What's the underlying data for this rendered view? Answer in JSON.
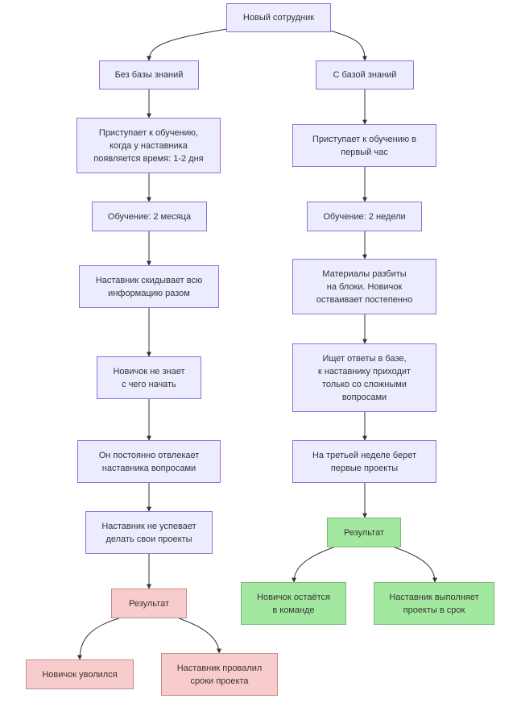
{
  "colors": {
    "neutral_fill": "#ececff",
    "neutral_stroke": "#9370db",
    "bad_fill": "#f8cccc",
    "bad_stroke": "#c58b8b",
    "good_fill": "#a3e8a0",
    "good_stroke": "#7cb87a",
    "edge": "#333333"
  },
  "nodes": {
    "root": "Новый сотрудник",
    "no_base": "Без базы знаний",
    "with_base": "С базой знаний",
    "left_1": "Приступает к обучению,\nкогда у наставника\nпоявляется время: 1-2 дня",
    "left_2": "Обучение: 2 месяца",
    "left_3": "Наставник скидывает всю\nинформацию разом",
    "left_4": "Новичок не знает\nс чего начать",
    "left_5": "Он постоянно отвлекает\nнаставника вопросами",
    "left_6": "Наставник не успевает\nделать свои проекты",
    "left_result": "Результат",
    "left_out_1": "Новичок уволился",
    "left_out_2": "Наставник провалил\nсроки проекта",
    "right_1": "Приступает к обучению в\nпервый час",
    "right_2": "Обучение: 2 недели",
    "right_3": "Материалы разбиты\nна блоки. Новичок\nоствaивает постепенно",
    "right_4": "Ищет ответы в базе,\nк наставнику приходит\nтолько со сложными\nвопросами",
    "right_5": "На третьей неделе берет\nпервые проекты",
    "right_result": "Результат",
    "right_out_1": "Новичок остаётся\nв команде",
    "right_out_2": "Наставник выполняет\nпроекты в срок"
  }
}
